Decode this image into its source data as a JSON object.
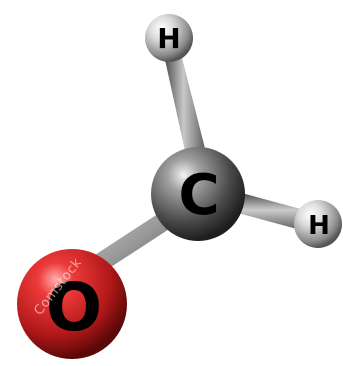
{
  "molecule": {
    "atoms": [
      {
        "id": "c",
        "element": "carbon",
        "label": "C",
        "color": "#5a5a5a"
      },
      {
        "id": "o",
        "element": "oxygen",
        "label": "O",
        "color": "#d02020"
      },
      {
        "id": "h1",
        "element": "hydrogen",
        "label": "H",
        "color": "#d8d8d8"
      },
      {
        "id": "h2",
        "element": "hydrogen",
        "label": "H",
        "color": "#d8d8d8"
      }
    ],
    "bonds": [
      {
        "from": "c",
        "to": "h1"
      },
      {
        "from": "c",
        "to": "h2"
      },
      {
        "from": "c",
        "to": "o"
      }
    ],
    "bond_color": "#8a8a8a"
  },
  "watermark": {
    "text": "Comstock"
  }
}
